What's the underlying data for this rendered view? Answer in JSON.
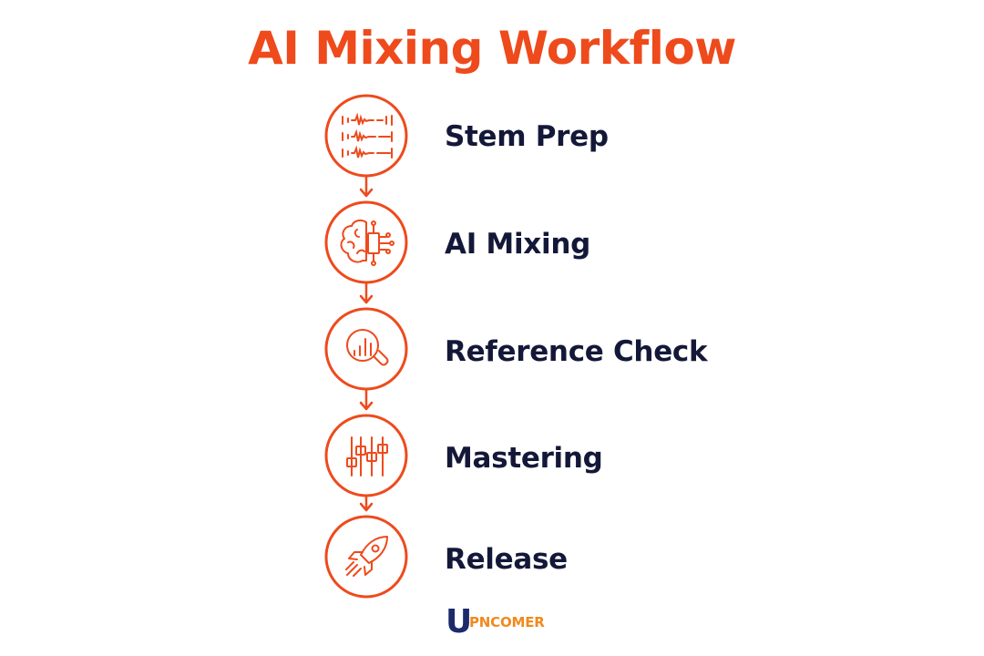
{
  "title": "AI Mixing Workflow",
  "colors": {
    "accent": "#ee4a1c",
    "text": "#141838",
    "logo_blue": "#1c2a6b",
    "logo_orange": "#f08a1c"
  },
  "steps": [
    {
      "label": "Stem Prep",
      "icon": "waveform-stems-icon"
    },
    {
      "label": "AI Mixing",
      "icon": "brain-chip-icon"
    },
    {
      "label": "Reference Check",
      "icon": "magnifier-chart-icon"
    },
    {
      "label": "Mastering",
      "icon": "fader-sliders-icon"
    },
    {
      "label": "Release",
      "icon": "rocket-icon"
    }
  ],
  "logo": {
    "letter": "U",
    "text": "PNCOMER"
  }
}
